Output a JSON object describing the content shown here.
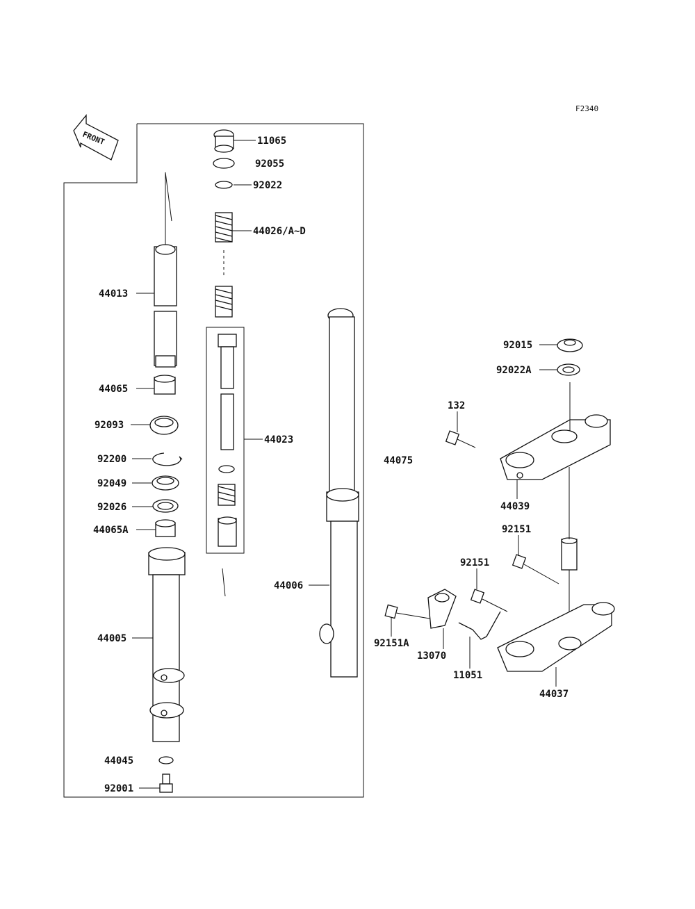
{
  "diagram_code": "F2340",
  "front_label": "FRONT",
  "labels": {
    "p11065": "11065",
    "p92055": "92055",
    "p92022": "92022",
    "p44026": "44026/A~D",
    "p44013": "44013",
    "p44065": "44065",
    "p92093": "92093",
    "p92200": "92200",
    "p92049": "92049",
    "p92026": "92026",
    "p44065a": "44065A",
    "p44023": "44023",
    "p44005": "44005",
    "p44006": "44006",
    "p44045": "44045",
    "p92001": "92001",
    "p92015": "92015",
    "p92022a": "92022A",
    "p132": "132",
    "p44075": "44075",
    "p44039": "44039",
    "p92151_top": "92151",
    "p92151_mid": "92151",
    "p92151a": "92151A",
    "p13070": "13070",
    "p11051": "11051",
    "p44037": "44037"
  }
}
